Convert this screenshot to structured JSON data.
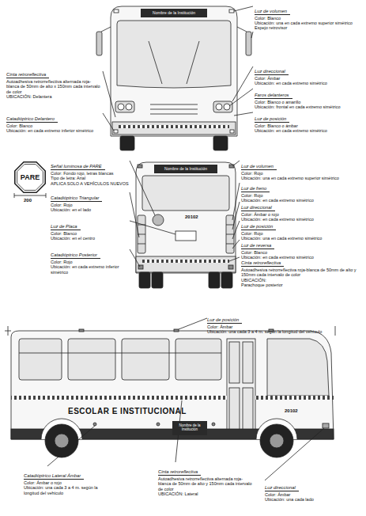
{
  "diagram": {
    "nodes": [
      {
        "text": [
          "Nombre de la Institución"
        ]
      },
      {
        "text": [
          "PARE"
        ]
      },
      {
        "text": [
          "Nombre de la Institución"
        ]
      },
      {
        "text": [
          "Nombre de la Institución"
        ]
      }
    ],
    "labels": [
      "Luz de volumen",
      "Color: Blanco",
      "Ubicación: una en cada extremo superior simétrico",
      "Espejo retrovisor",
      "Luz direccional",
      "Color: Ámbar",
      "Ubicación: en cada extremo simétrico",
      "Faros delanteros",
      "Color: Blanco o amarillo",
      "Ubicación: frontal en cada extremo simétrico",
      "Luz de posición",
      "Color: Blanco o ámbar",
      "Ubicación: en cada extremo simétrico",
      "Cinta retroreflectiva",
      "Autoadhesiva retrorreflectiva alternada roja-blanca de 50mm de alto x 150mm cada intervalo de color",
      "UBICACIÓN: Delantera",
      "Catadióptrico Delantero",
      "Color: Blanco",
      "Ubicación: en cada extremo inferior simétrico",
      "200",
      "Señal luminosa de PARE",
      "Color: Fondo rojo, letras blancas",
      "Tipo de letra: Arial",
      "APLICA SOLO A VEHÍCULOS NUEVOS",
      "Catadióptrico Triangular",
      "Color: Rojo",
      "Ubicación: en el lado",
      "Luz de Placa",
      "Color: Blanco",
      "Ubicación: en el centro",
      "Catadióptrico Posterior",
      "Color: Rojo",
      "Ubicación: en cada extremo inferior simétrico",
      "Luz de volumen",
      "Color: Rojo",
      "Ubicación: una en cada extremo superior simétrico",
      "Luz de freno",
      "Color: Rojo",
      "Ubicación: en cada extremo simétrico",
      "Luz direccional",
      "Color: Ámbar o rojo",
      "Ubicación: en cada extremo simétrico",
      "Luz de posición",
      "Color: Rojo",
      "Ubicación: una en cada extremo simétrico",
      "Luz de reversa",
      "Color: Blanco",
      "Ubicación: en cada extremo simétrico",
      "Cinta retroreflectiva",
      "Autoadhesiva retrorreflectiva roja-blanca de 50mm de alto y 150mm cada intervalo de color",
      "UBICACIÓN:",
      "Parachoque posterior",
      "20102",
      "Luz de posición",
      "Color: Ámbar",
      "Ubicación: una cada 3 a 4 m. según la longitud del vehículo",
      "ESCOLAR E INSTITUCIONAL",
      "20102",
      "Catadióptrico Lateral Ámbar",
      "Color: Ámbar o rojo",
      "Ubicación: una cada 3 a 4 m. según la longitud del vehículo",
      "Cinta retroreflectiva",
      "Autoadhesiva retrorreflectiva alternada roja-blanca de 50mm de alto y 150mm cada intervalo de color",
      "UBICACIÓN: Lateral",
      "Luz direccional",
      "Color: Ámbar",
      "Ubicación: una cada lado"
    ]
  }
}
